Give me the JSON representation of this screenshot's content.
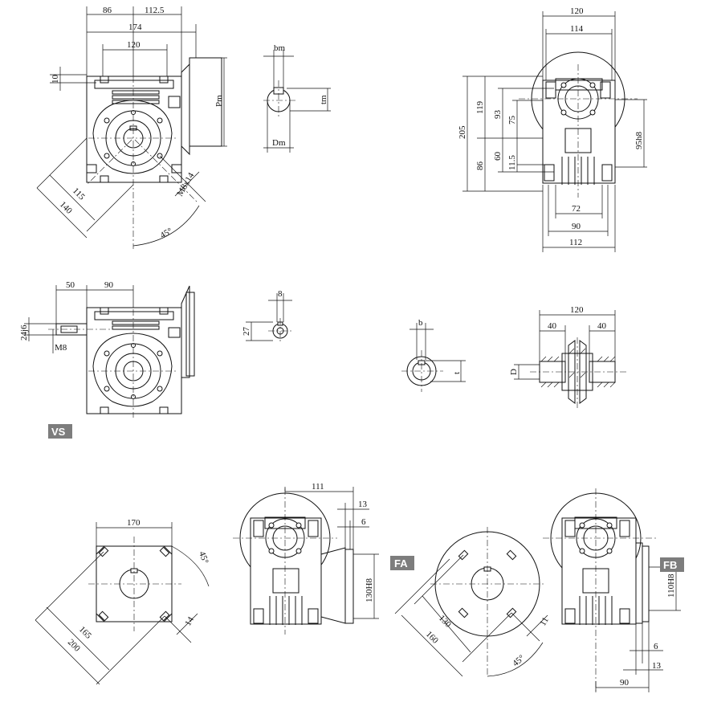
{
  "badges": {
    "vs": "VS",
    "fa": "FA",
    "fb": "FB"
  },
  "top_left_view": {
    "dims": {
      "d86": "86",
      "d112_5": "112.5",
      "d174": "174",
      "d120": "120",
      "d10": "10",
      "pm": "Pm",
      "d115": "115",
      "d140": "140",
      "m8x14": "M8x14",
      "angle45": "45°"
    }
  },
  "shaft_keyway_top": {
    "bm": "bm",
    "tm": "tm",
    "dm": "Dm"
  },
  "side_view_top_right": {
    "dims": {
      "d120": "120",
      "d114": "114",
      "d205": "205",
      "d119": "119",
      "d93": "93",
      "d75": "75",
      "d60": "60",
      "d11_5": "11.5",
      "d86": "86",
      "d95h8": "95h8",
      "d72": "72",
      "d90": "90",
      "d112": "112"
    }
  },
  "vs_view": {
    "dims": {
      "d50": "50",
      "d90": "90",
      "d24j6": "24j6",
      "m8": "M8"
    }
  },
  "input_shaft_key": {
    "d8": "8",
    "d27": "27"
  },
  "hollow_shaft_key": {
    "b": "b",
    "t": "t"
  },
  "hollow_shaft_section": {
    "d120": "120",
    "d40a": "40",
    "d40b": "40",
    "D": "D"
  },
  "flange_fa_front": {
    "d170": "170",
    "angle45": "45°",
    "d165": "165",
    "d200": "200",
    "d14": "14"
  },
  "fa_side": {
    "d111": "111",
    "d13": "13",
    "d6": "6",
    "d130h8": "130H8"
  },
  "flange_fb_front": {
    "d130": "130",
    "d160": "160",
    "d11": "11",
    "angle45": "45°"
  },
  "fb_side": {
    "d110h8": "110H8",
    "d6": "6",
    "d13": "13",
    "d90": "90"
  }
}
